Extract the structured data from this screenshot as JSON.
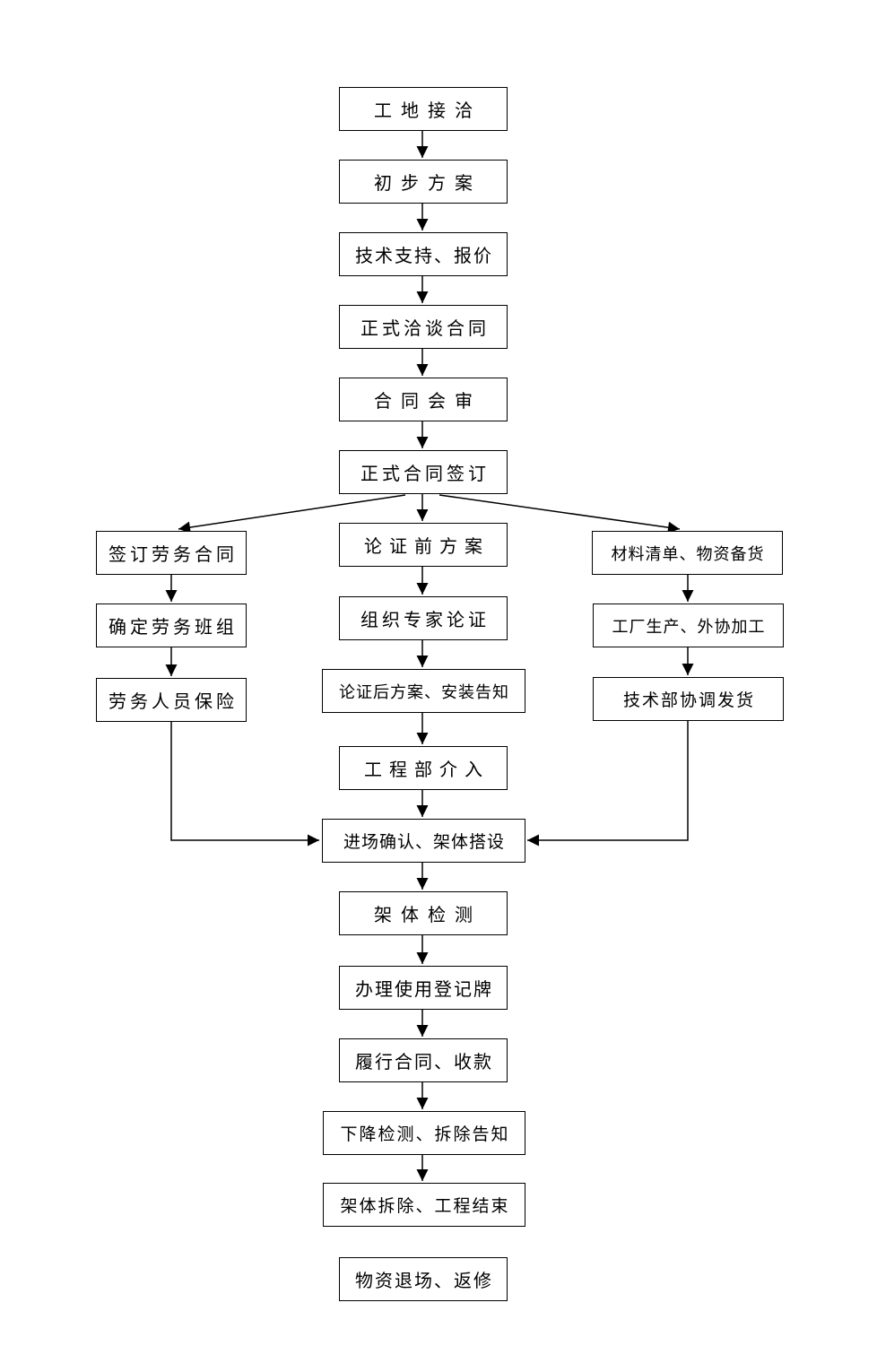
{
  "colors": {
    "background": "#ffffff",
    "box_fill": "#ffffff",
    "box_border": "#000000",
    "line": "#000000",
    "text": "#000000"
  },
  "nodes": [
    {
      "id": "site-contact",
      "label": "工地接洽"
    },
    {
      "id": "preliminary-plan",
      "label": "初步方案"
    },
    {
      "id": "tech-support-quote",
      "label": "技术支持、报价"
    },
    {
      "id": "contract-negotiation",
      "label": "正式洽谈合同"
    },
    {
      "id": "contract-review",
      "label": "合同会审"
    },
    {
      "id": "contract-signing",
      "label": "正式合同签订"
    },
    {
      "id": "labor-contract-signing",
      "label": "签订劳务合同"
    },
    {
      "id": "labor-team-confirmation",
      "label": "确定劳务班组"
    },
    {
      "id": "labor-insurance",
      "label": "劳务人员保险"
    },
    {
      "id": "pre-review-plan",
      "label": "论证前方案"
    },
    {
      "id": "expert-review",
      "label": "组织专家论证"
    },
    {
      "id": "post-review-plan-notice",
      "label": "论证后方案、安装告知"
    },
    {
      "id": "engineering-dept-involvement",
      "label": "工程部介入"
    },
    {
      "id": "material-list-stocking",
      "label": "材料清单、物资备货"
    },
    {
      "id": "factory-production",
      "label": "工厂生产、外协加工"
    },
    {
      "id": "tech-dept-delivery",
      "label": "技术部协调发货"
    },
    {
      "id": "site-entry-erection",
      "label": "进场确认、架体搭设"
    },
    {
      "id": "frame-inspection",
      "label": "架体检测"
    },
    {
      "id": "usage-registration",
      "label": "办理使用登记牌"
    },
    {
      "id": "contract-fulfillment-payment",
      "label": "履行合同、收款"
    },
    {
      "id": "lowering-inspection-notice",
      "label": "下降检测、拆除告知"
    },
    {
      "id": "frame-removal-completion",
      "label": "架体拆除、工程结束"
    },
    {
      "id": "material-return-repair",
      "label": "物资退场、返修"
    }
  ],
  "edges": [
    {
      "from": "site-contact",
      "to": "preliminary-plan"
    },
    {
      "from": "preliminary-plan",
      "to": "tech-support-quote"
    },
    {
      "from": "tech-support-quote",
      "to": "contract-negotiation"
    },
    {
      "from": "contract-negotiation",
      "to": "contract-review"
    },
    {
      "from": "contract-review",
      "to": "contract-signing"
    },
    {
      "from": "contract-signing",
      "to": "labor-contract-signing"
    },
    {
      "from": "contract-signing",
      "to": "pre-review-plan"
    },
    {
      "from": "contract-signing",
      "to": "material-list-stocking"
    },
    {
      "from": "labor-contract-signing",
      "to": "labor-team-confirmation"
    },
    {
      "from": "labor-team-confirmation",
      "to": "labor-insurance"
    },
    {
      "from": "labor-insurance",
      "to": "site-entry-erection"
    },
    {
      "from": "pre-review-plan",
      "to": "expert-review"
    },
    {
      "from": "expert-review",
      "to": "post-review-plan-notice"
    },
    {
      "from": "post-review-plan-notice",
      "to": "engineering-dept-involvement"
    },
    {
      "from": "engineering-dept-involvement",
      "to": "site-entry-erection"
    },
    {
      "from": "material-list-stocking",
      "to": "factory-production"
    },
    {
      "from": "factory-production",
      "to": "tech-dept-delivery"
    },
    {
      "from": "tech-dept-delivery",
      "to": "site-entry-erection"
    },
    {
      "from": "site-entry-erection",
      "to": "frame-inspection"
    },
    {
      "from": "frame-inspection",
      "to": "usage-registration"
    },
    {
      "from": "usage-registration",
      "to": "contract-fulfillment-payment"
    },
    {
      "from": "contract-fulfillment-payment",
      "to": "lowering-inspection-notice"
    },
    {
      "from": "lowering-inspection-notice",
      "to": "frame-removal-completion"
    }
  ]
}
